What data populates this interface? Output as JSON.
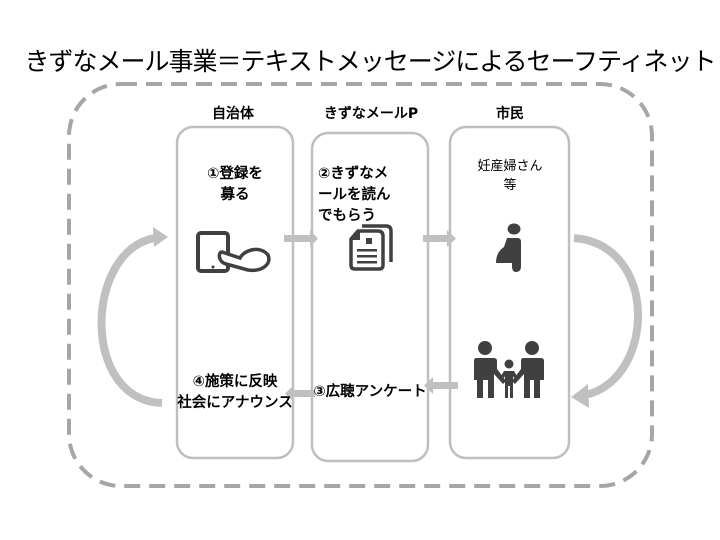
{
  "title": "きずなメール事業＝テキストメッセージによるセーフティネット",
  "columns": [
    {
      "header": "自治体"
    },
    {
      "header": "きずなメールP"
    },
    {
      "header": "市民"
    }
  ],
  "steps": {
    "step1": {
      "line1": "①登録を",
      "line2": "募る"
    },
    "step2": {
      "line1": "②きずなメ",
      "line2": "ールを読ん",
      "line3": "でもらう"
    },
    "step3": {
      "label": "③広聴アンケート"
    },
    "step4": {
      "line1": "④施策に反映",
      "line2": "社会にアナウンス"
    }
  },
  "citizen": {
    "line1": "妊産婦さん",
    "line2": "等"
  },
  "icons": [
    "tablet-touch-icon",
    "documents-icon",
    "pregnant-woman-icon",
    "family-icon"
  ],
  "colors": {
    "arrow": "#c0c0c0",
    "dashed_border": "#a6a6a6",
    "box_border": "#bfbfbf",
    "icon": "#404040"
  }
}
